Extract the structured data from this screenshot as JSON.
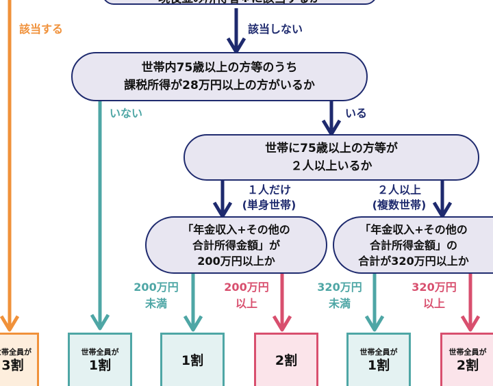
{
  "colors": {
    "navy": "#1e2a6e",
    "orange": "#f0913a",
    "teal": "#4ea6a5",
    "pink": "#d84f6e",
    "node_fill": "#e8e6f1",
    "result_teal_fill": "#e4f2f2",
    "result_pink_fill": "#fbe4ea",
    "result_orange_fill": "#fdeedd"
  },
  "header": {
    "text": "現役並み所得者※に該当するか"
  },
  "edges": {
    "applies": "該当する",
    "not_applies": "該当しない",
    "none": "いない",
    "present": "いる",
    "one_person_line1": "１人だけ",
    "one_person_line2": "(単身世帯)",
    "two_plus_line1": "２人以上",
    "two_plus_line2": "(複数世帯)",
    "under200_line1": "200万円",
    "under200_line2": "未満",
    "over200_line1": "200万円",
    "over200_line2": "以上",
    "under320_line1": "320万円",
    "under320_line2": "未満",
    "over320_line1": "320万円",
    "over320_line2": "以上"
  },
  "nodes": {
    "q1_line1": "世帯内75歳以上の方等のうち",
    "q1_line2": "課税所得が28万円以上の方がいるか",
    "q2_line1": "世帯に75歳以上の方等が",
    "q2_line2": "２人以上いるか",
    "q3_line1": "「年金収入+その他の",
    "q3_line2": "合計所得金額」が",
    "q3_line3": "200万円以上か",
    "q4_line1": "「年金収入+その他の",
    "q4_line2": "合計所得金額」の",
    "q4_line3": "合計が320万円以上か"
  },
  "results": {
    "r0_small": "世帯全員が",
    "r0_big": "3割",
    "r1_small": "世帯全員が",
    "r1_big": "1割",
    "r2_big": "1割",
    "r3_big": "2割",
    "r4_small": "世帯全員が",
    "r4_big": "1割",
    "r5_small": "世帯全員が",
    "r5_big": "2割"
  }
}
